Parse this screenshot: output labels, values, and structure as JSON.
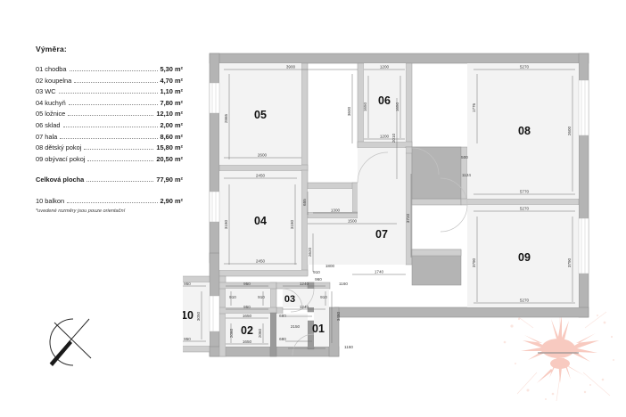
{
  "legend": {
    "title": "Výměra:",
    "rooms": [
      {
        "name": "01 chodba",
        "value": "5,30 m²"
      },
      {
        "name": "02 koupelna",
        "value": "4,70 m²"
      },
      {
        "name": "03 WC",
        "value": "1,10 m²"
      },
      {
        "name": "04 kuchyň",
        "value": "7,80 m²"
      },
      {
        "name": "05 ložnice",
        "value": "12,10 m²"
      },
      {
        "name": "06 sklad",
        "value": "2,00 m²"
      },
      {
        "name": "07 hala",
        "value": "8,60 m²"
      },
      {
        "name": "08 dětský pokoj",
        "value": "15,80 m²"
      },
      {
        "name": "09 obývací pokoj",
        "value": "20,50 m²"
      }
    ],
    "total": {
      "name": "Celková plocha",
      "value": "77,90 m²"
    },
    "balcony": {
      "name": "10 balkon",
      "value": "2,90 m²"
    },
    "note": "*uvedené rozměry jsou pouze orientační"
  },
  "plan": {
    "room_labels": {
      "r01": "01",
      "r02": "02",
      "r03": "03",
      "r04": "04",
      "r05": "05",
      "r06": "06",
      "r07": "07",
      "r08": "08",
      "r09": "09",
      "r10": "10"
    },
    "dimensions": {
      "d_05_top": "3900",
      "d_05_left": "2865",
      "d_05_bottom": "2600",
      "d_04_top": "2450",
      "d_04_left": "3180",
      "d_04_right": "3180",
      "d_04_bottom": "2450",
      "d_06_top": "1200",
      "d_06_l": "1650",
      "d_06_r": "1650",
      "d_06_bottom": "1200",
      "d_07_a": "3600",
      "d_07_b": "2010",
      "d_07_c": "655",
      "d_07_d": "1300",
      "d_07_e": "1500",
      "d_07_f": "2620",
      "d_07_g": "1740",
      "d_07_h": "3720",
      "d_08_top": "5270",
      "d_08_left": "1776",
      "d_08_right": "2600",
      "d_08_bottom": "5770",
      "d_09_top": "5270",
      "d_09_left": "3790",
      "d_09_right": "3790",
      "d_09_bottom": "5270",
      "d_09_right2": "5770",
      "d_door_a": "500",
      "d_door_b": "1124",
      "d_03_top": "1240",
      "d_03_bottom": "1240",
      "d_03_r": "910",
      "d_02_top": "1650",
      "d_02_left": "2060",
      "d_02_right": "2060",
      "d_02_bottom": "1650",
      "d_02_s1": "950",
      "d_02_s2": "950",
      "d_02_s3": "910",
      "d_02_s4": "910",
      "d_01_right": "3480",
      "d_01_a": "1160",
      "d_01_b": "1160",
      "d_01_c": "1800",
      "d_01_d": "2150",
      "d_01_e": "680",
      "d_01_f": "680",
      "d_01_g": "910",
      "d_01_h": "960",
      "d_10_top": "950",
      "d_10_left": "3050",
      "d_10_right": "3050",
      "d_10_bottom": "950",
      "d_x1": "960",
      "d_x2": "960"
    },
    "colors": {
      "wall": "#b4b4b4",
      "wall_stroke": "#8e8e8e",
      "room_fill": "#f2f2f2",
      "dim_line": "#6e6e6e",
      "label": "#111111",
      "watermark": "#e8826e"
    }
  }
}
